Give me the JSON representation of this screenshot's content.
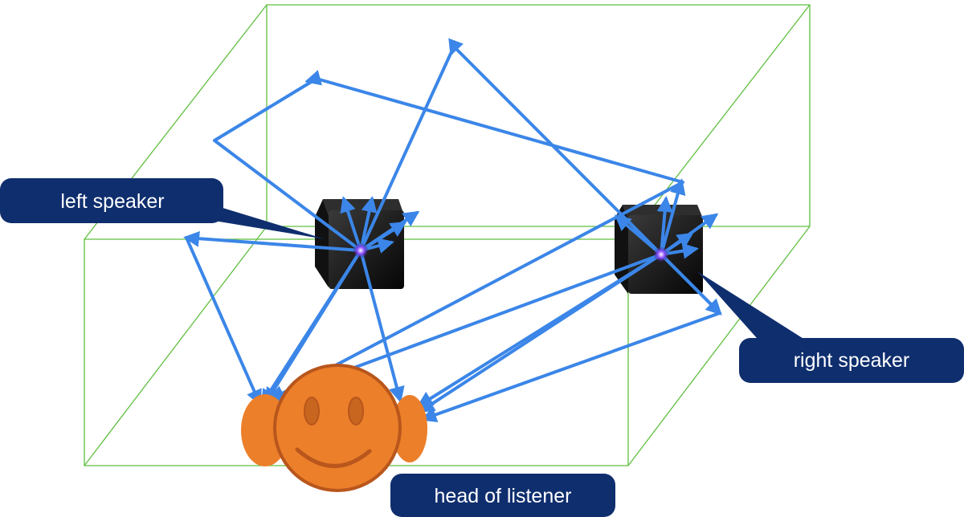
{
  "labels": {
    "left_speaker": "left speaker",
    "right_speaker": "right speaker",
    "head_of_listener": "head of listener"
  },
  "colors": {
    "room_edges": "#5fbf3f",
    "ray": "#3b86e8",
    "callout_bg": "#0f2e6e",
    "callout_text": "#ffffff",
    "speaker_body": "#1a1a1a",
    "head_fill": "#ec7f2a",
    "head_stroke": "#b8561c",
    "source_glow": "#8a4bff"
  },
  "icons": {
    "left_speaker": "speaker-box-icon",
    "right_speaker": "speaker-box-icon",
    "listener": "smiley-head-icon"
  }
}
